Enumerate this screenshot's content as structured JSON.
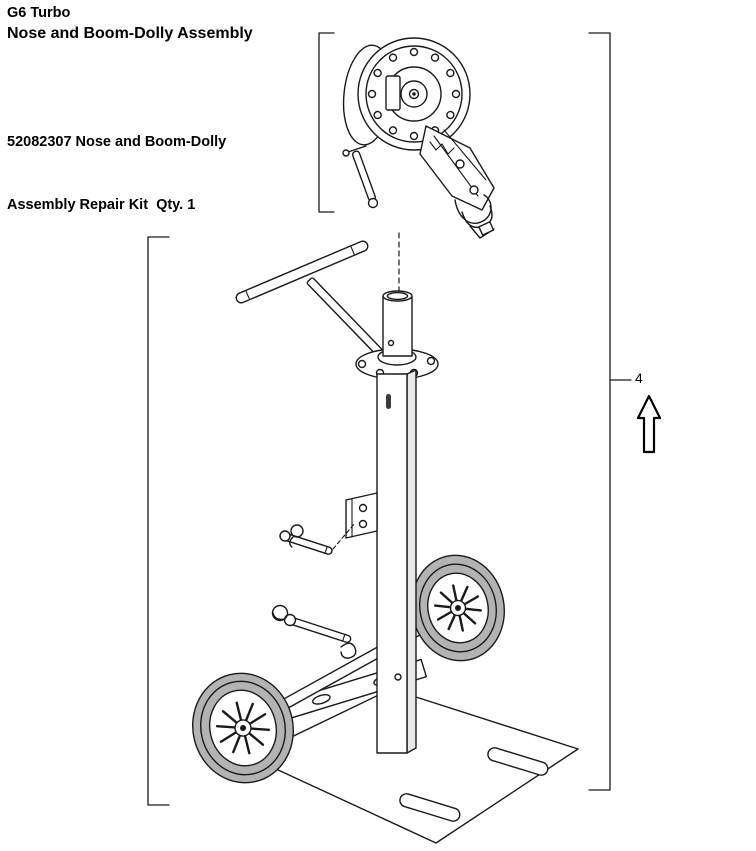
{
  "header": {
    "model": "G6 Turbo",
    "title": "Nose and Boom-Dolly Assembly"
  },
  "kit_note": {
    "line1": "52082307 Nose and Boom-Dolly",
    "line2": "Assembly Repair Kit  Qty. 1"
  },
  "callouts": [
    {
      "label": "4",
      "arrow_direction": "up"
    }
  ],
  "figure": {
    "colors": {
      "line": "#1a1a1a",
      "tire_fill": "#b3b3b3",
      "tube_shade": "#e9e9e9",
      "background": "#ffffff"
    }
  }
}
